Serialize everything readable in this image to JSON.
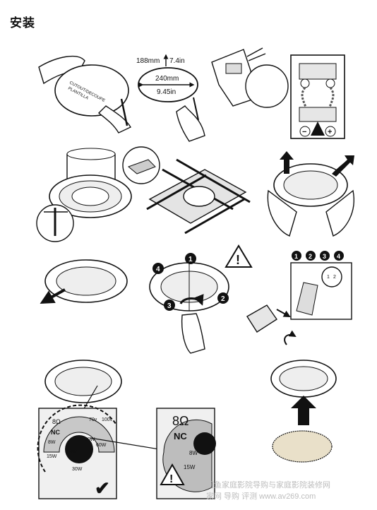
{
  "page": {
    "title": "安装"
  },
  "panel1": {
    "template_text_line1": "CUTOUT/DECOUPE",
    "template_text_line2": "PLANTILLA"
  },
  "panel2": {
    "depth_mm": "188mm",
    "depth_in": "7.4in",
    "diameter_mm": "240mm",
    "diameter_in": "9.45in"
  },
  "panel3": {
    "terminal_minus": "−",
    "terminal_plus": "+"
  },
  "panel8": {
    "step1": "1",
    "step2": "2",
    "step3": "3",
    "step4": "4",
    "warning_symbol": "!"
  },
  "panel9": {
    "sequence": [
      "1",
      "2",
      "3",
      "4"
    ],
    "dial_marks": [
      "1",
      "2"
    ]
  },
  "panel10": {
    "impedance": "8Ω",
    "nc": "NC",
    "taps": [
      "70v",
      "100v"
    ],
    "watts": [
      "8W",
      "15W",
      "30W",
      "60W",
      "15W",
      "30W"
    ],
    "check": "✔"
  },
  "panel11": {
    "impedance": "8Ω",
    "nc": "NC",
    "watts": [
      "8W",
      "15W"
    ],
    "warning_symbol": "!"
  },
  "watermark": {
    "line1": "阿鱼家庭影院导购与家庭影院装修网",
    "line2": "家网  导购  评测  www.av269.com"
  },
  "colors": {
    "ink": "#111111",
    "gray": "#8a8a8a",
    "light": "#d6d6d6",
    "panel_bg": "#f0f0f0"
  }
}
